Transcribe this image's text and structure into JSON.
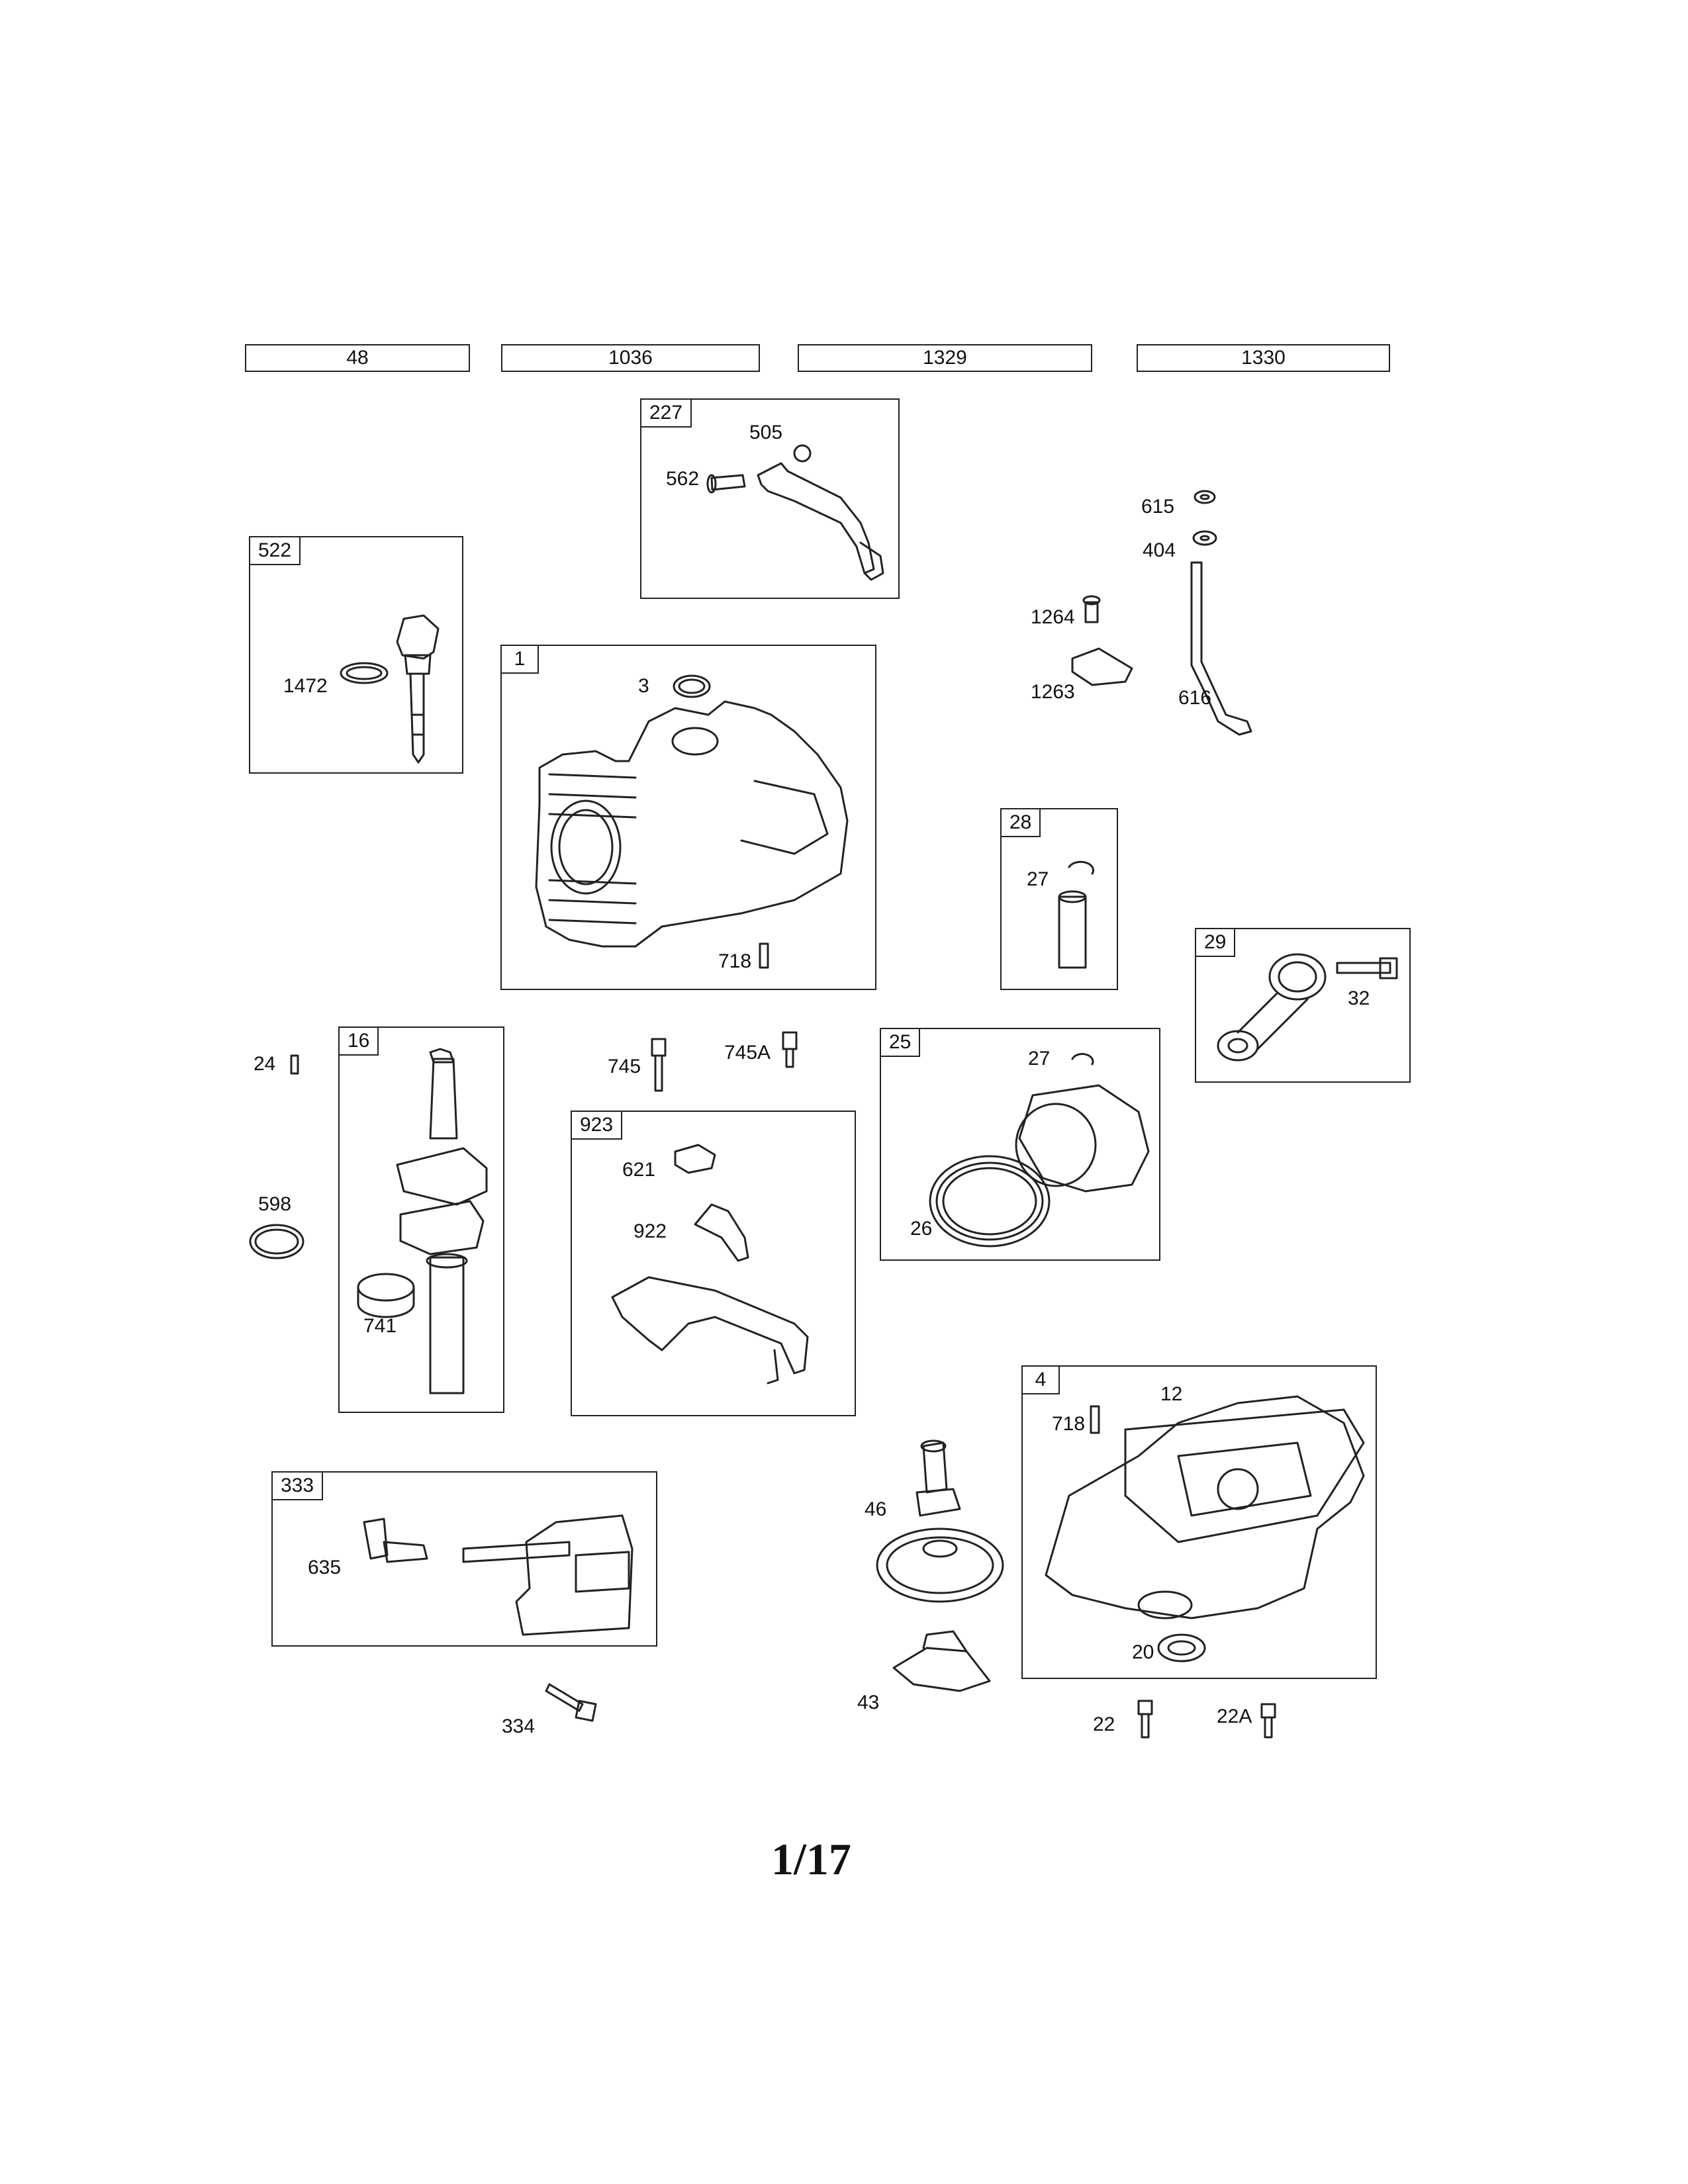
{
  "header_refs": [
    "48",
    "1036",
    "1329",
    "1330"
  ],
  "groups": {
    "g227": {
      "tag": "227",
      "labels": [
        "505",
        "562"
      ]
    },
    "g522": {
      "tag": "522",
      "labels": [
        "1472"
      ]
    },
    "g1": {
      "tag": "1",
      "labels": [
        "3",
        "718"
      ]
    },
    "g28": {
      "tag": "28",
      "labels": [
        "27"
      ]
    },
    "g29": {
      "tag": "29",
      "labels": [
        "32"
      ]
    },
    "g16": {
      "tag": "16",
      "labels": [
        "741"
      ]
    },
    "g923": {
      "tag": "923",
      "labels": [
        "621",
        "922"
      ]
    },
    "g25": {
      "tag": "25",
      "labels": [
        "27",
        "26"
      ]
    },
    "g4": {
      "tag": "4",
      "labels": [
        "12",
        "718",
        "20"
      ]
    },
    "g333": {
      "tag": "333",
      "labels": [
        "635"
      ]
    }
  },
  "loose_labels": {
    "l615": "615",
    "l404": "404",
    "l1264": "1264",
    "l1263": "1263",
    "l616": "616",
    "l24": "24",
    "l598": "598",
    "l745": "745",
    "l745A": "745A",
    "l46": "46",
    "l43": "43",
    "l334": "334",
    "l22": "22",
    "l22A": "22A"
  },
  "page_number": "1/17"
}
